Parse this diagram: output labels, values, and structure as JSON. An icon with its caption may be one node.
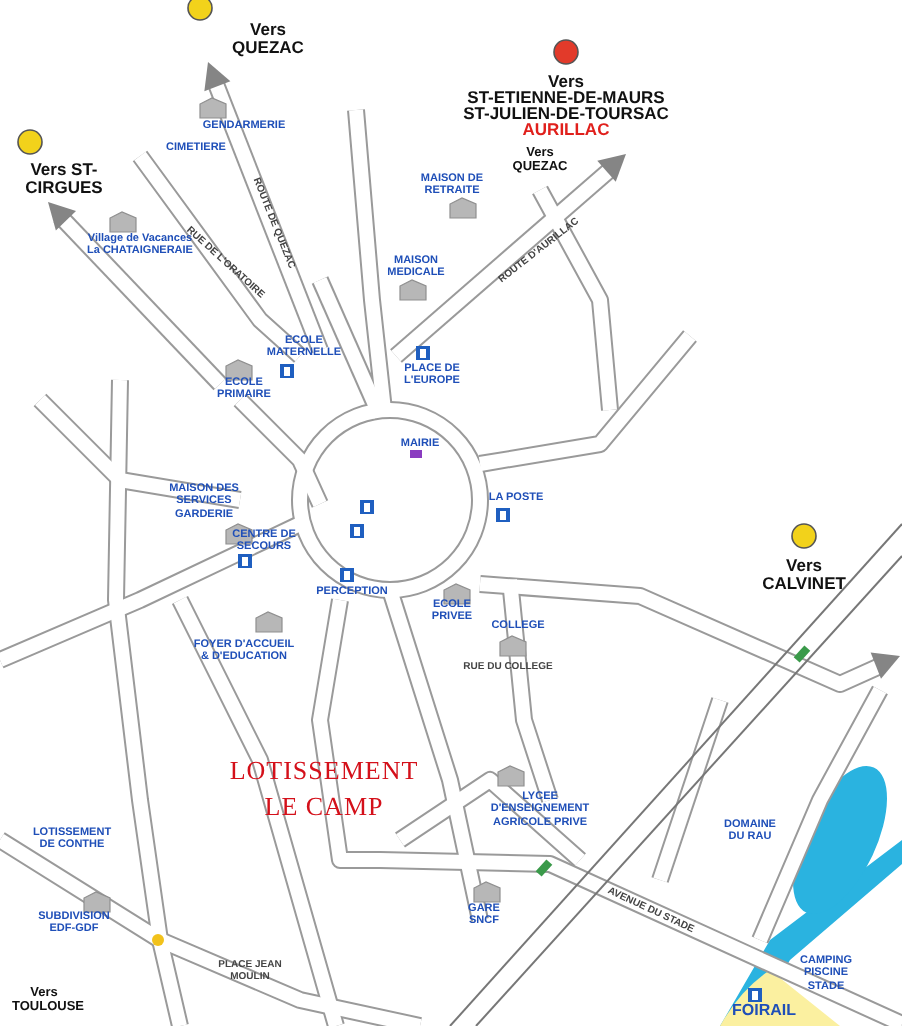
{
  "diagram": {
    "labels": [
      "Vers QUEZAC",
      "Vers",
      "ST-ETIENNE-DE-MAURS",
      "ST-JULIEN-DE-TOURSAC",
      "AURILLAC",
      "GENDARMERIE",
      "CIMETIERE",
      "Vers QUEZAC",
      "Vers ST-CIRGUES",
      "MAISON DE RETRAITE",
      "Village de Vacances La CHATAIGNERAIE",
      "RUE DE L'ORATOIRE",
      "ROUTE D'AURILLAC",
      "ROUTE DE QUEZAC",
      "MAISON MEDICALE",
      "ECOLE MATERNELLE",
      "ECOLE PRIMAIRE",
      "PLACE DE L'EUROPE",
      "MAIRIE",
      "LA POSTE",
      "MAISON DES SERVICES GARDERIE",
      "CENTRE DE SECOURS",
      "PERCEPTION",
      "FOYER D'ACCUEIL & D'EDUCATION",
      "ECOLE PRIVEE",
      "COLLEGE",
      "RUE DU COLLEGE",
      "Vers CALVINET",
      "LOTISSEMENT LE CAMP",
      "LYCEE D'ENSEIGNEMENT AGRICOLE PRIVE",
      "DOMAINE DU RAU",
      "LOTISSEMENT DE CONTHE",
      "AVENUE DU STADE",
      "GARE SNCF",
      "SUBDIVISION EDF-GDF",
      "PLACE JEAN MOULIN",
      "CAMPING PISCINE STADE",
      "Vers TOULOUSE",
      "FOIRAIL"
    ]
  }
}
